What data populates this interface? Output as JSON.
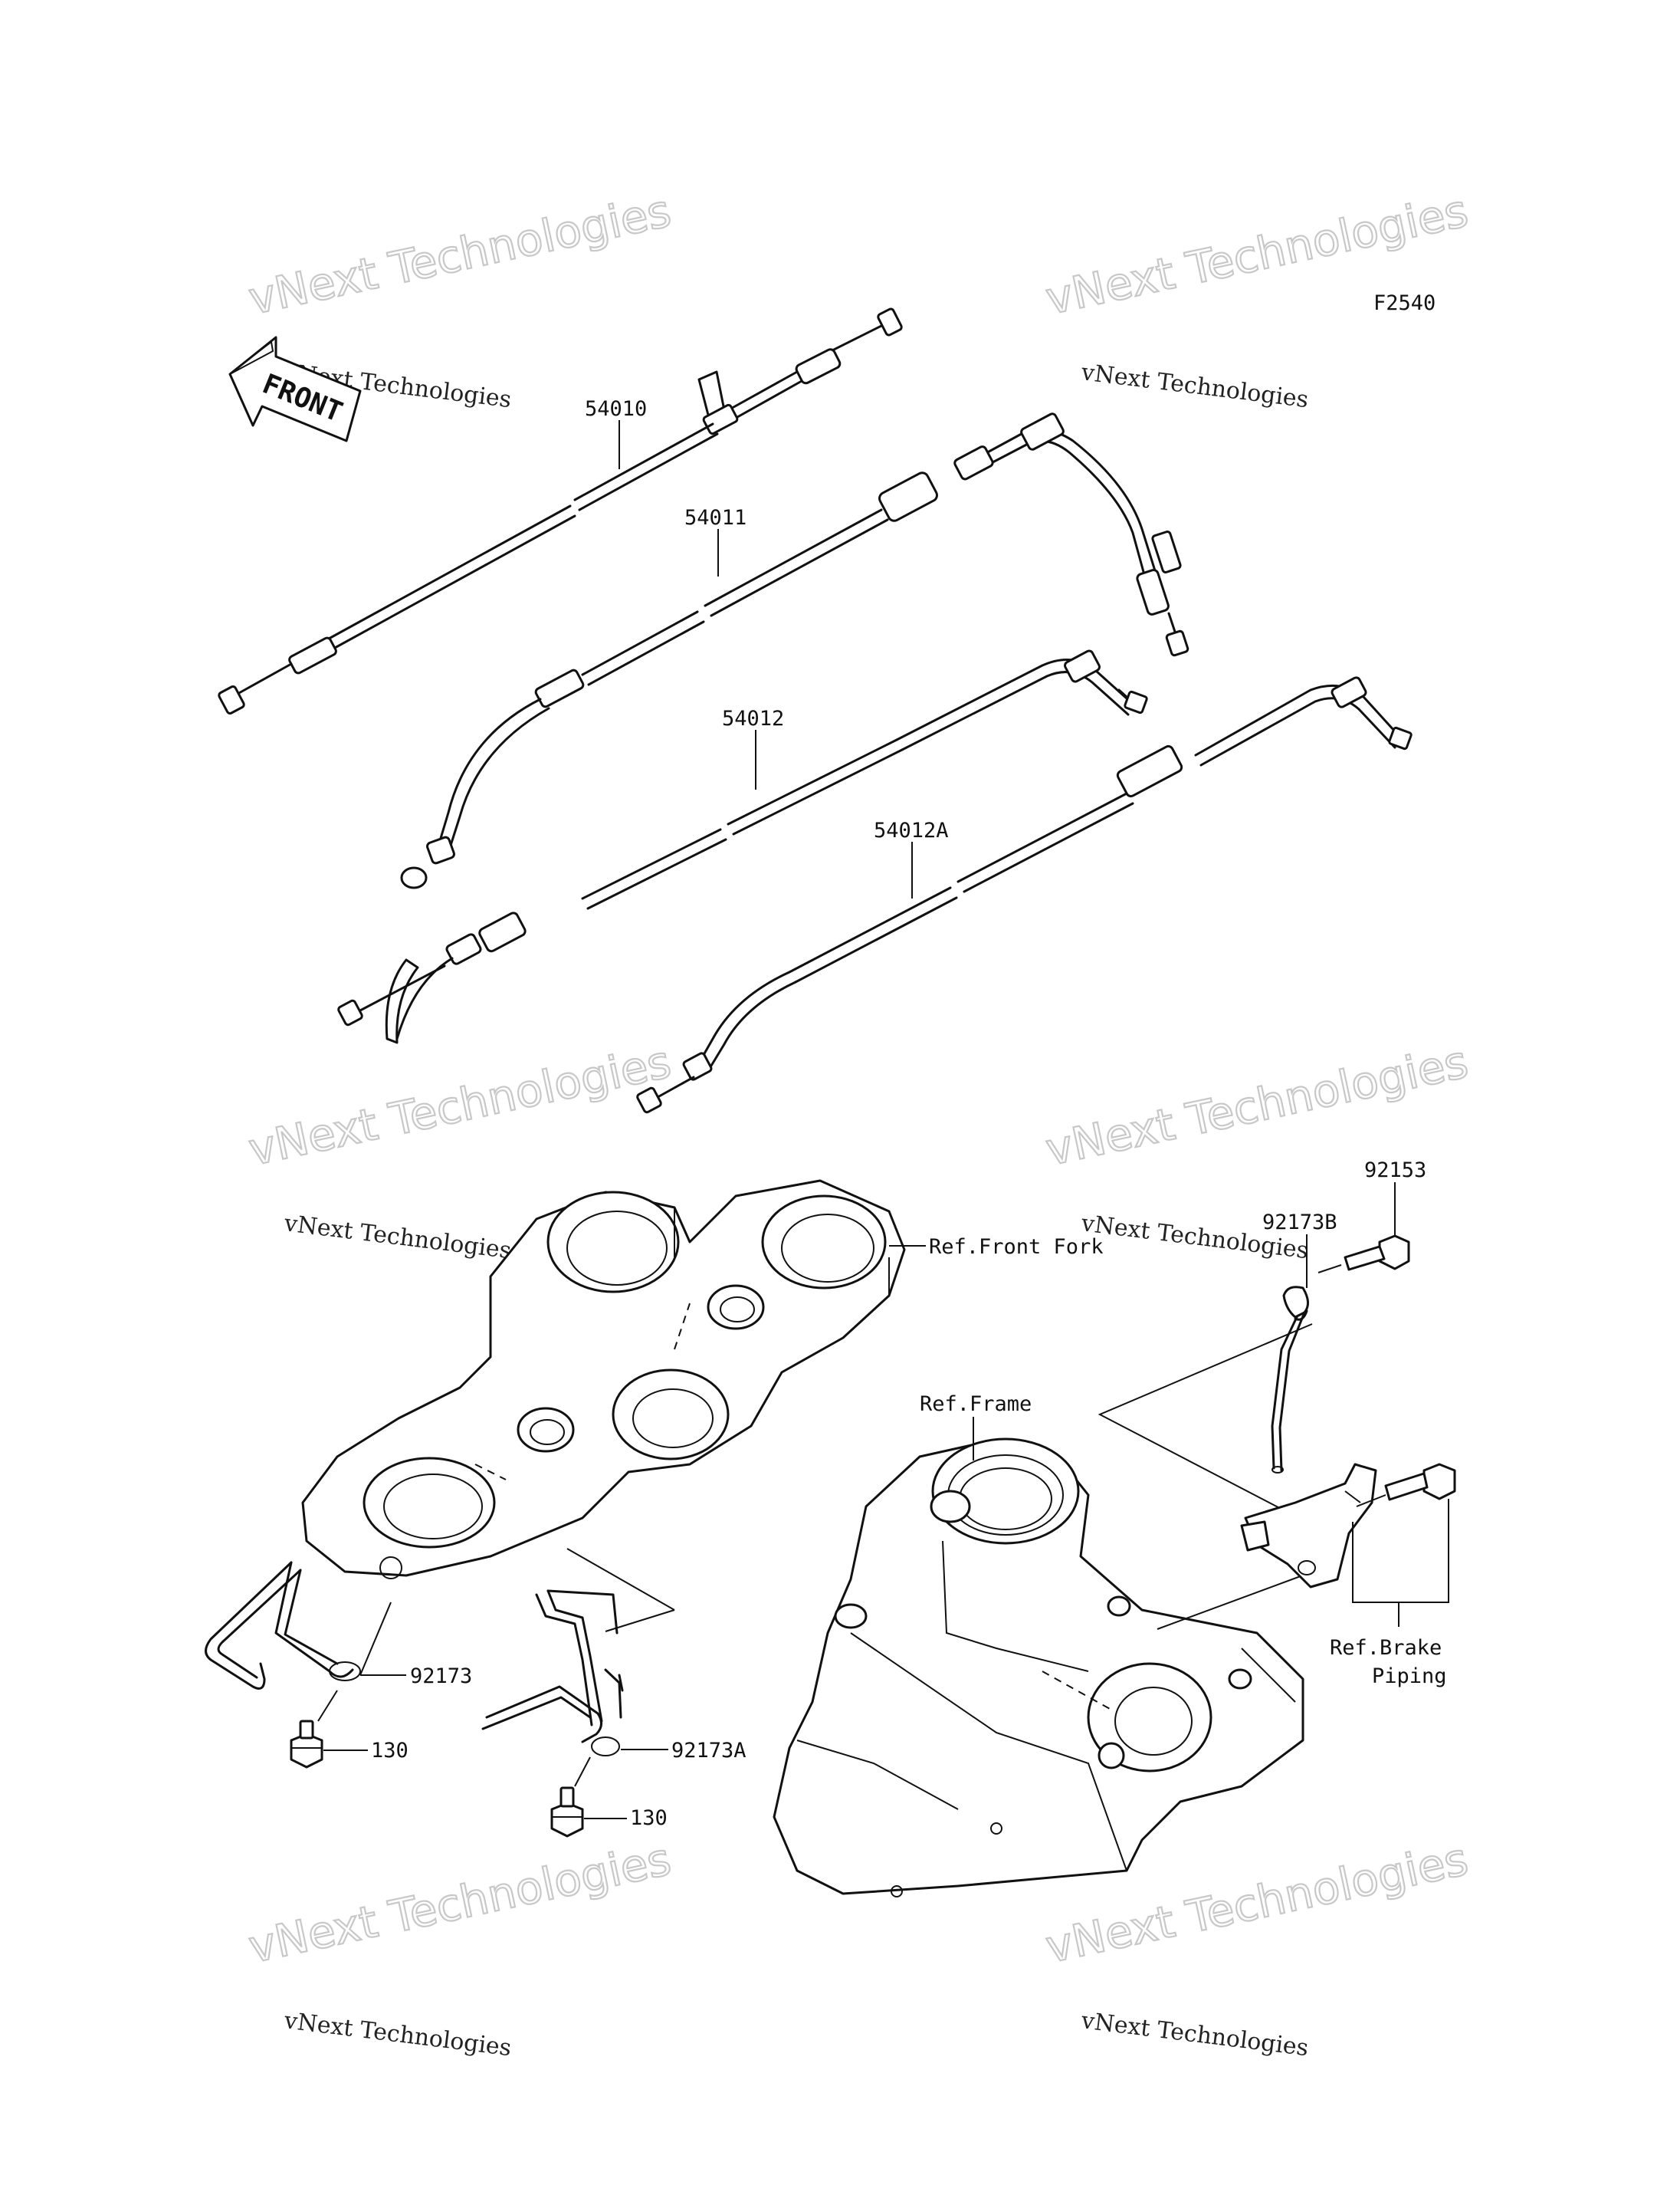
{
  "figure_code": "F2540",
  "front_badge": "FRONT",
  "watermark": {
    "line1": "vNext Technologies",
    "big": "vNext Technologies",
    "count": 6
  },
  "parts": [
    {
      "id": "54010",
      "label": "54010"
    },
    {
      "id": "54011",
      "label": "54011"
    },
    {
      "id": "54012",
      "label": "54012"
    },
    {
      "id": "54012A",
      "label": "54012A"
    },
    {
      "id": "92153",
      "label": "92153"
    },
    {
      "id": "92173B",
      "label": "92173B"
    },
    {
      "id": "92173",
      "label": "92173"
    },
    {
      "id": "92173A",
      "label": "92173A"
    },
    {
      "id": "130a",
      "label": "130"
    },
    {
      "id": "130b",
      "label": "130"
    }
  ],
  "references": {
    "front_fork": "Ref.Front Fork",
    "frame": "Ref.Frame",
    "brake_line1": "Ref.Brake",
    "brake_line2": "Piping"
  }
}
